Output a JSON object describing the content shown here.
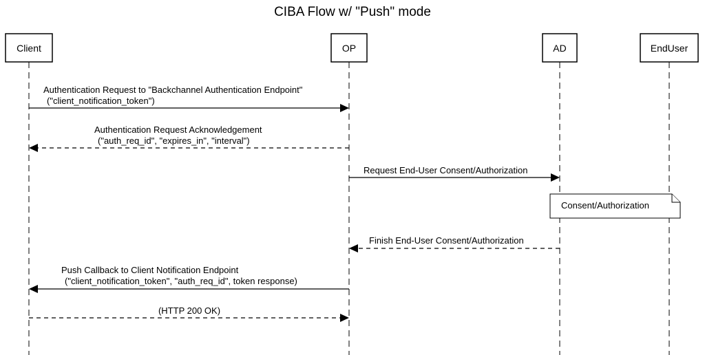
{
  "diagram": {
    "title": "CIBA Flow w/ \"Push\" mode",
    "actors": [
      {
        "id": "client",
        "label": "Client"
      },
      {
        "id": "op",
        "label": "OP"
      },
      {
        "id": "ad",
        "label": "AD"
      },
      {
        "id": "enduser",
        "label": "EndUser"
      }
    ],
    "messages": [
      {
        "from": "client",
        "to": "op",
        "style": "solid",
        "line1": "Authentication Request to \"Backchannel Authentication Endpoint\"",
        "line2": "(\"client_notification_token\")"
      },
      {
        "from": "op",
        "to": "client",
        "style": "dashed",
        "line1": "Authentication Request Acknowledgement",
        "line2": "(\"auth_req_id\", \"expires_in\", \"interval\")"
      },
      {
        "from": "op",
        "to": "ad",
        "style": "solid",
        "line1": "Request End-User Consent/Authorization",
        "line2": ""
      },
      {
        "from": "ad",
        "to": "op",
        "style": "dashed",
        "line1": "Finish End-User Consent/Authorization",
        "line2": ""
      },
      {
        "from": "op",
        "to": "client",
        "style": "solid",
        "line1": "Push Callback to Client Notification Endpoint",
        "line2": "(\"client_notification_token\", \"auth_req_id\", token response)"
      },
      {
        "from": "client",
        "to": "op",
        "style": "dashed",
        "line1": "(HTTP 200 OK)",
        "line2": ""
      }
    ],
    "notes": [
      {
        "over": [
          "ad",
          "enduser"
        ],
        "text": "Consent/Authorization"
      }
    ]
  }
}
